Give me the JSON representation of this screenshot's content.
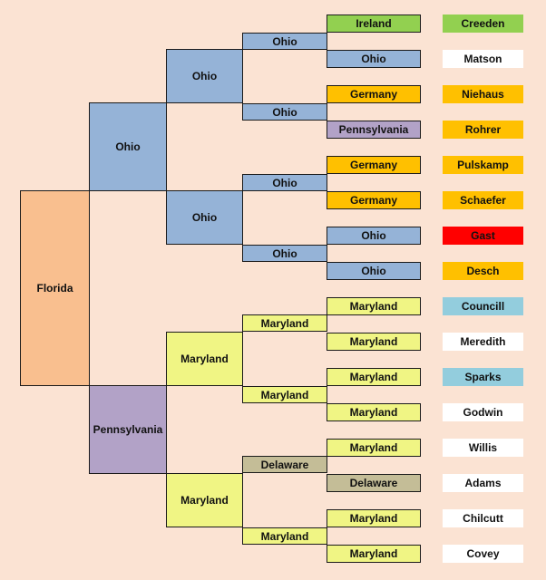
{
  "root": {
    "label": "Florida"
  },
  "level1": [
    {
      "label": "Ohio"
    },
    {
      "label": "Pennsylvania"
    }
  ],
  "level2": [
    {
      "label": "Ohio"
    },
    {
      "label": "Ohio"
    },
    {
      "label": "Maryland"
    },
    {
      "label": "Maryland"
    }
  ],
  "level3": [
    {
      "label": "Ohio"
    },
    {
      "label": "Ohio"
    },
    {
      "label": "Ohio"
    },
    {
      "label": "Ohio"
    },
    {
      "label": "Maryland"
    },
    {
      "label": "Maryland"
    },
    {
      "label": "Delaware"
    },
    {
      "label": "Maryland"
    }
  ],
  "level4": [
    {
      "label": "Ireland"
    },
    {
      "label": "Ohio"
    },
    {
      "label": "Germany"
    },
    {
      "label": "Pennsylvania"
    },
    {
      "label": "Germany"
    },
    {
      "label": "Germany"
    },
    {
      "label": "Ohio"
    },
    {
      "label": "Ohio"
    },
    {
      "label": "Maryland"
    },
    {
      "label": "Maryland"
    },
    {
      "label": "Maryland"
    },
    {
      "label": "Maryland"
    },
    {
      "label": "Maryland"
    },
    {
      "label": "Delaware"
    },
    {
      "label": "Maryland"
    },
    {
      "label": "Maryland"
    }
  ],
  "surnames": [
    {
      "label": "Creeden"
    },
    {
      "label": "Matson"
    },
    {
      "label": "Niehaus"
    },
    {
      "label": "Rohrer"
    },
    {
      "label": "Pulskamp"
    },
    {
      "label": "Schaefer"
    },
    {
      "label": "Gast"
    },
    {
      "label": "Desch"
    },
    {
      "label": "Councill"
    },
    {
      "label": "Meredith"
    },
    {
      "label": "Sparks"
    },
    {
      "label": "Godwin"
    },
    {
      "label": "Willis"
    },
    {
      "label": "Adams"
    },
    {
      "label": "Chilcutt"
    },
    {
      "label": "Covey"
    }
  ]
}
